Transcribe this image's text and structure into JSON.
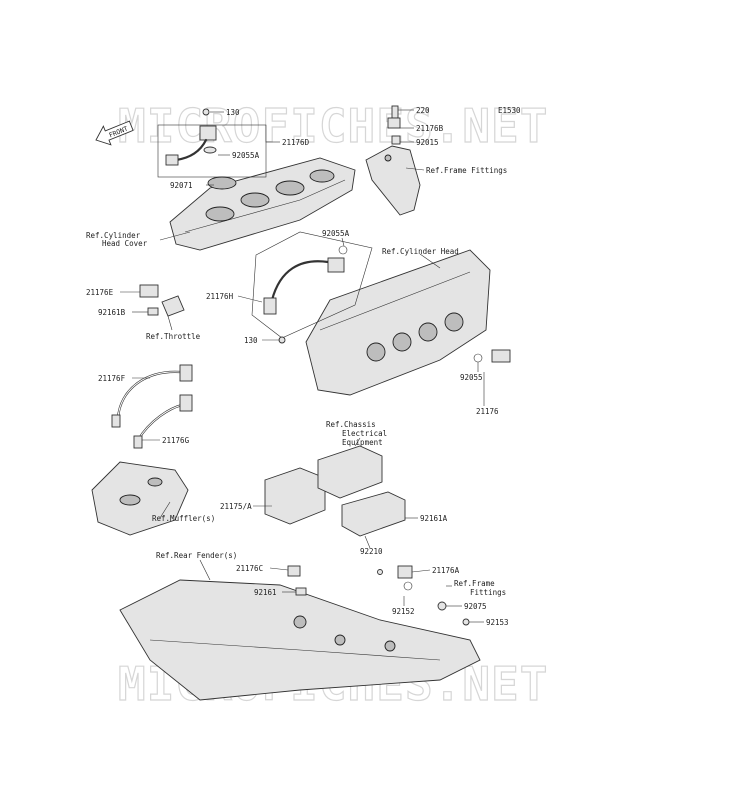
{
  "watermark": "MICROFICHES.NET",
  "front_arrow": "FRONT",
  "labels": {
    "p130_top": "130",
    "p21176D": "21176D",
    "p92055A_top": "92055A",
    "p92071": "92071",
    "ref_cyl_head_cover": "Ref.Cylinder",
    "ref_cyl_head_cover_2": "Head Cover",
    "p220": "220",
    "e1530": "E1530",
    "p21176B": "21176B",
    "p92015": "92015",
    "ref_frame_fittings_top": "Ref.Frame Fittings",
    "p92055A_mid": "92055A",
    "ref_cyl_head": "Ref.Cylinder Head",
    "p21176E": "21176E",
    "p92161B": "92161B",
    "ref_throttle": "Ref.Throttle",
    "p21176H": "21176H",
    "p130_mid": "130",
    "p92055": "92055",
    "p21176": "21176",
    "p21176F": "21176F",
    "p21176G": "21176G",
    "ref_chassis_1": "Ref.Chassis",
    "ref_chassis_2": "Electrical",
    "ref_chassis_3": "Equipment",
    "p21175A": "21175/A",
    "p92161A": "92161A",
    "ref_muffler": "Ref.Muffler(s)",
    "p92210": "92210",
    "ref_rear_fender": "Ref.Rear Fender(s)",
    "p21176C": "21176C",
    "p21176A": "21176A",
    "ref_frame_fittings_bot_1": "Ref.Frame",
    "ref_frame_fittings_bot_2": "Fittings",
    "p92161": "92161",
    "p92075": "92075",
    "p92152": "92152",
    "p92153": "92153"
  }
}
